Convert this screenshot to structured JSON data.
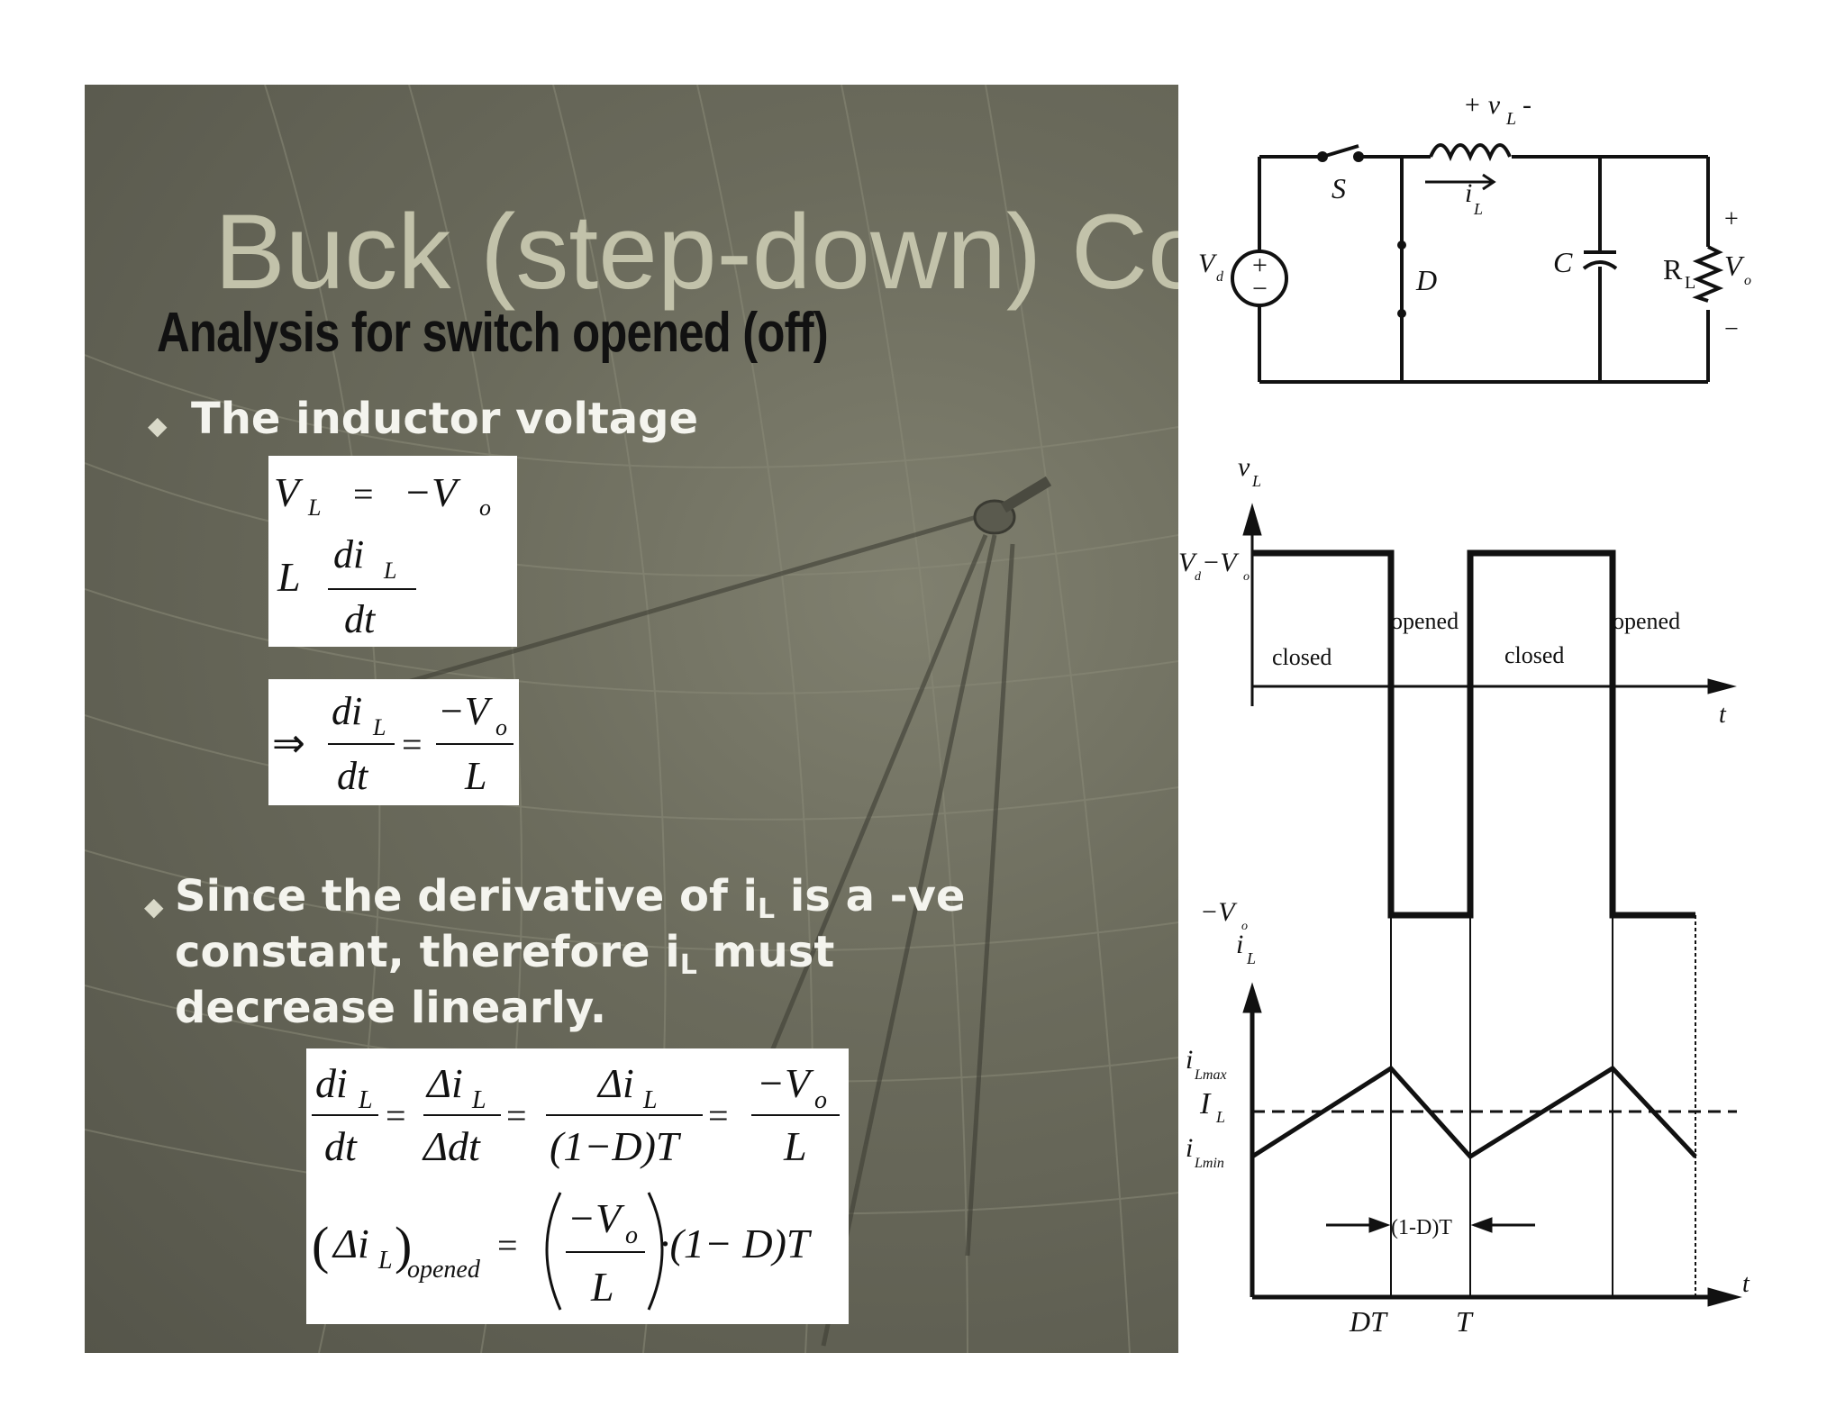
{
  "slide": {
    "title": "Buck (step-down) Co",
    "subtitle": "Analysis for switch opened (off)",
    "bullet1": "The inductor voltage",
    "bullet2_l1_a": "Since the derivative of i",
    "bullet2_l1_sub": "L",
    "bullet2_l1_b": " is a -ve",
    "bullet2_l2_a": "constant, therefore i",
    "bullet2_l2_sub": "L",
    "bullet2_l2_b": " must",
    "bullet2_l3": "decrease linearly.",
    "bullet_symbol": "◆"
  },
  "equations": {
    "eq1_vl": "V",
    "eq1_vl_sub": "L",
    "eq1_eq": "=",
    "eq1_rhs": "−V",
    "eq1_rhs_sub": "o",
    "eq1b_L": "L",
    "eq1b_num": "di",
    "eq1b_num_sub": "L",
    "eq1b_den": "dt",
    "eq2_arrow": "⇒",
    "eq2_num": "di",
    "eq2_num_sub": "L",
    "eq2_den": "dt",
    "eq2_eq": "=",
    "eq2_rnum": "−V",
    "eq2_rnum_sub": "o",
    "eq2_rden": "L",
    "eq3_n1": "di",
    "eq3_n1_sub": "L",
    "eq3_d1": "dt",
    "eq3_n2": "Δi",
    "eq3_n2_sub": "L",
    "eq3_d2": "Δdt",
    "eq3_n3": "Δi",
    "eq3_n3_sub": "L",
    "eq3_d3": "(1−D)T",
    "eq3_n4": "−V",
    "eq3_n4_sub": "o",
    "eq3_d4": "L",
    "eq3_eq": "=",
    "eq4_lhs": "Δi",
    "eq4_lhs_sub": "L",
    "eq4_lhs_sub2": "opened",
    "eq4_num": "−V",
    "eq4_num_sub": "o",
    "eq4_den": "L",
    "eq4_tail": "·(1− D)T",
    "eq4_eq": "="
  },
  "circuit": {
    "vl_label": "+ v",
    "vl_sub": "L",
    "vl_minus": "-",
    "switch": "S",
    "il": "i",
    "il_sub": "L",
    "source": "V",
    "source_sub": "d",
    "diode": "D",
    "cap": "C",
    "load": "R",
    "load_sub": "L",
    "vo": "V",
    "vo_sub": "o",
    "plus": "+",
    "minus": "−"
  },
  "waveform": {
    "vl_axis": "v",
    "vl_axis_sub": "L",
    "vhigh": "V",
    "vhigh_sub": "d",
    "vhigh_mid": "−V",
    "vhigh_sub2": "o",
    "vlow": "−V",
    "vlow_sub": "o",
    "t1": "t",
    "il_axis": "i",
    "il_axis_sub": "L",
    "ilmax": "i",
    "ilmax_sub": "Lmax",
    "IL": "I",
    "IL_sub": "L",
    "ilmin": "i",
    "ilmin_sub": "Lmin",
    "t2": "t",
    "closed1": "closed",
    "opened1": "opened",
    "closed2": "closed",
    "opened2": "opened",
    "oneminusD": "(1-D)T",
    "DT": "DT",
    "T": "T"
  }
}
